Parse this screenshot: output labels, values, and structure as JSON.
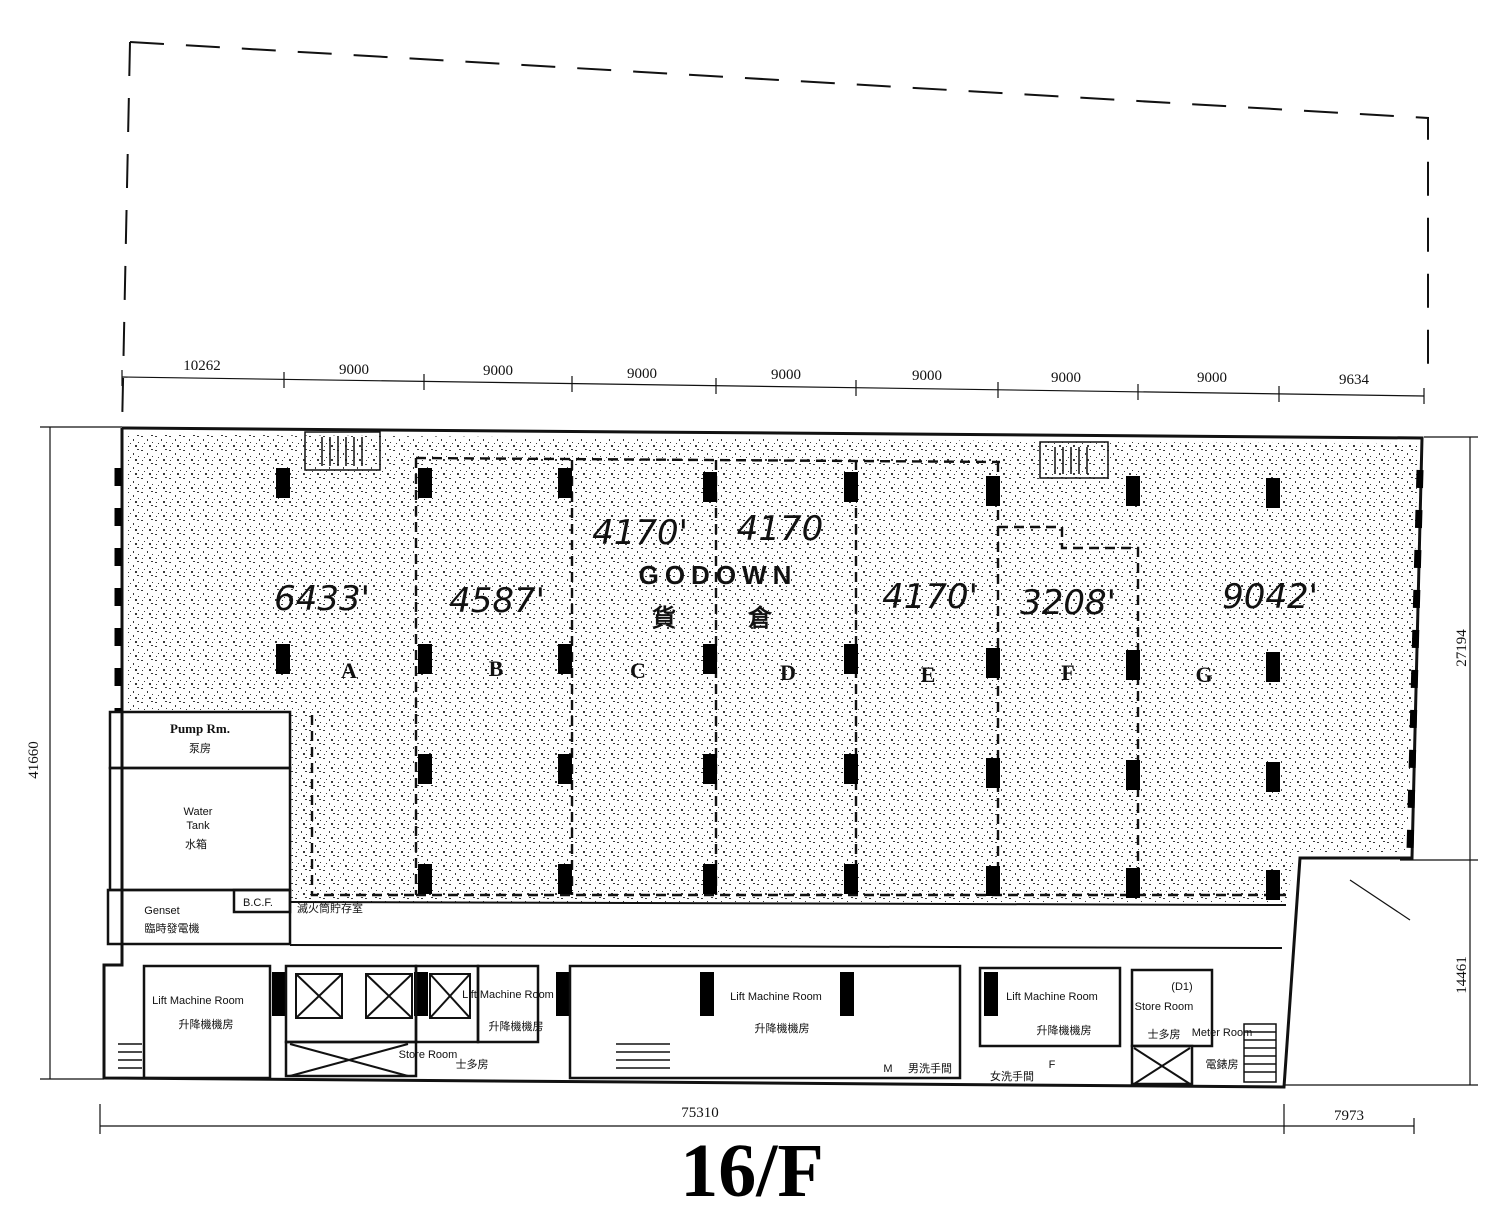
{
  "floor_label": "16/F",
  "dims": {
    "top_bays": [
      "10262",
      "9000",
      "9000",
      "9000",
      "9000",
      "9000",
      "9000",
      "9000",
      "9634"
    ],
    "left_total": "41660",
    "right_upper": "27194",
    "right_lower": "14461",
    "bottom_main": "75310",
    "bottom_right": "7973"
  },
  "godown": {
    "en": "GODOWN",
    "cn_1": "貨",
    "cn_2": "倉"
  },
  "units": [
    {
      "label": "A",
      "area": "6433'"
    },
    {
      "label": "B",
      "area": "4587'"
    },
    {
      "label": "C",
      "area": "4170'"
    },
    {
      "label": "D",
      "area": "4170"
    },
    {
      "label": "E",
      "area": "4170'"
    },
    {
      "label": "F",
      "area": "3208'"
    },
    {
      "label": "G",
      "area": "9042'"
    }
  ],
  "rooms": {
    "pump_en": "Pump Rm.",
    "pump_cn": "泵房",
    "tank_en_1": "Water",
    "tank_en_2": "Tank",
    "tank_cn": "水箱",
    "genset_en": "Genset",
    "genset_cn": "臨時發電機",
    "bcf": "B.C.F.",
    "fire_store": "滅火筒貯存室",
    "lmr1_en": "Lift Machine Room",
    "lmr1_cn": "升降機機房",
    "lmr2_en": "Lift Machine Room",
    "lmr2_cn": "升降機機房",
    "lmr3_en": "Lift Machine Room",
    "lmr3_cn": "升降機機房",
    "lmr4_en": "Lift Machine Room",
    "lmr4_cn": "升降機機房",
    "store1_en": "Store Room",
    "store1_cn": "士多房",
    "store2_en": "Store Room",
    "store2_cn": "士多房",
    "d1": "(D1)",
    "meter_en": "Meter Room",
    "meter_cn": "電錶房",
    "m": "M",
    "mens_cn": "男洗手間",
    "f": "F",
    "ladies_cn": "女洗手間"
  }
}
